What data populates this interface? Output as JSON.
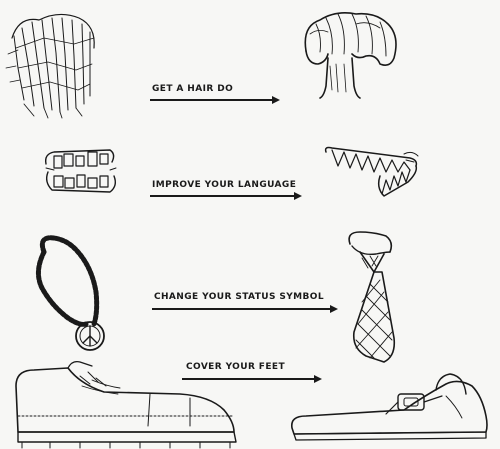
{
  "captions": {
    "hair": "GET A HAIR DO",
    "language": "IMPROVE YOUR LANGUAGE",
    "status": "CHANGE YOUR STATUS SYMBOL",
    "feet": "COVER YOUR FEET"
  },
  "colors": {
    "ink": "#1a1a1a",
    "paper": "#f7f7f5"
  }
}
